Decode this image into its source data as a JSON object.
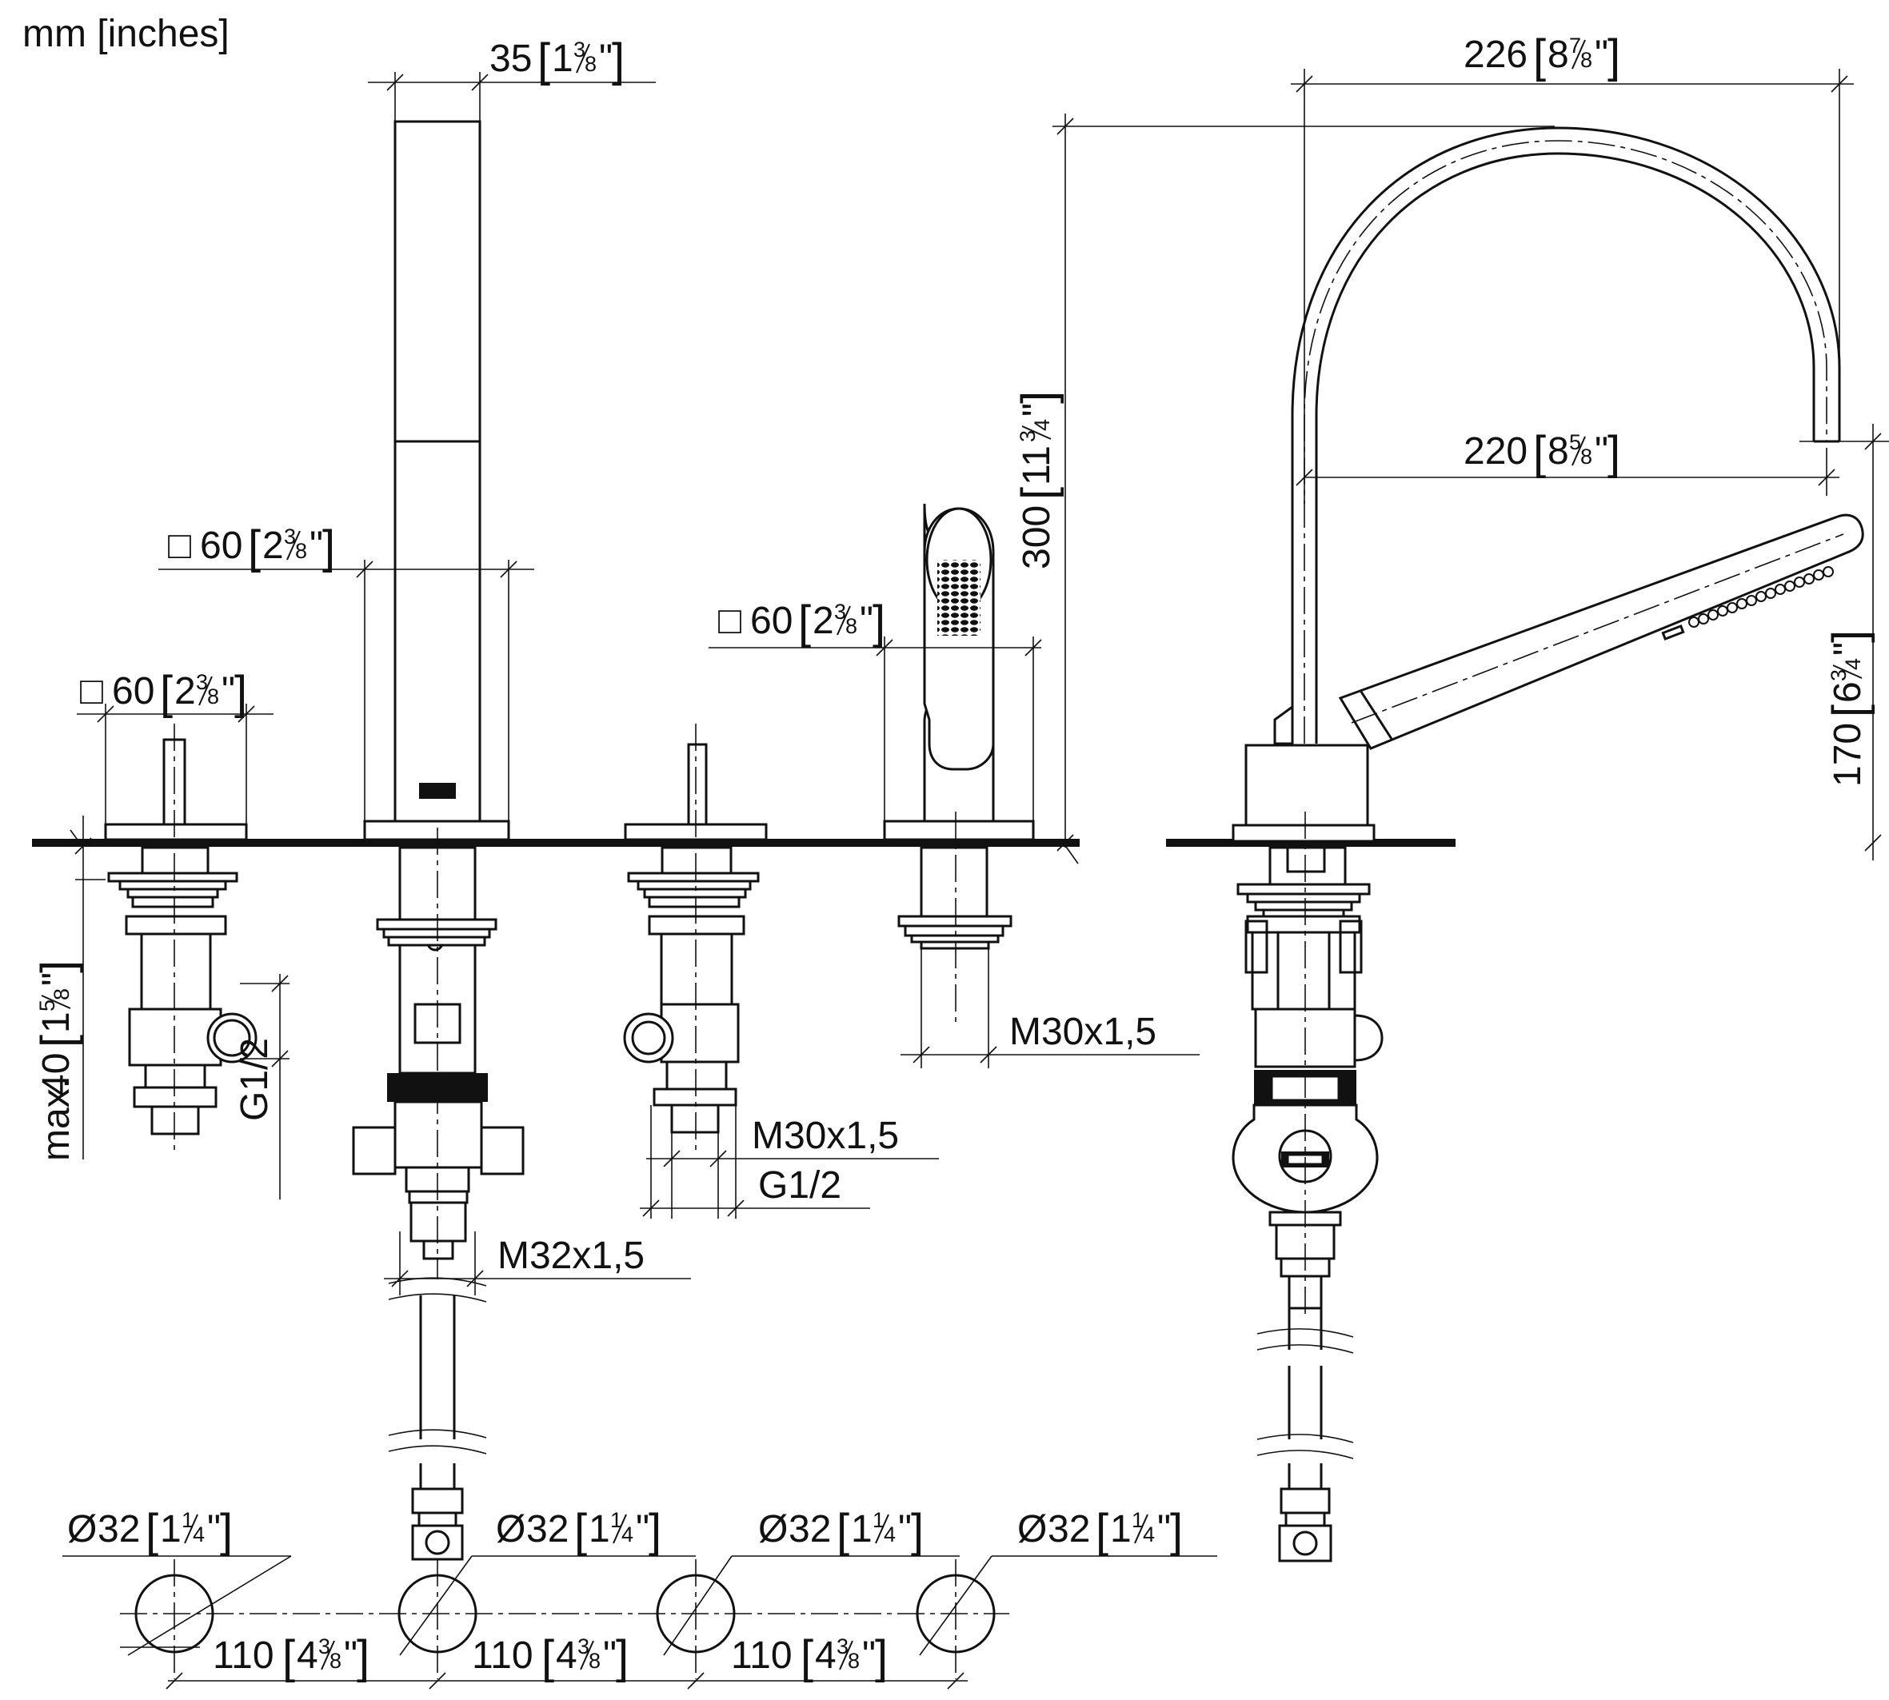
{
  "units_label": "mm [inches]",
  "dimensions": {
    "top_handle_width": {
      "value": "35",
      "whole": "1",
      "num": "3",
      "den": "8",
      "unit": "\""
    },
    "square_base_left": {
      "prefix": "□",
      "value": "60",
      "whole": "2",
      "num": "3",
      "den": "8",
      "unit": "\""
    },
    "square_base_shower": {
      "prefix": "□",
      "value": "60",
      "whole": "2",
      "num": "3",
      "den": "8",
      "unit": "\""
    },
    "square_base_hand": {
      "prefix": "□",
      "value": "60",
      "whole": "2",
      "num": "3",
      "den": "8",
      "unit": "\""
    },
    "height_300": {
      "value": "300",
      "whole": "11",
      "num": "3",
      "den": "4",
      "unit": "\""
    },
    "reach_226": {
      "value": "226",
      "whole": "8",
      "num": "7",
      "den": "8",
      "unit": "\""
    },
    "reach_220": {
      "value": "220",
      "whole": "8",
      "num": "5",
      "den": "8",
      "unit": "\""
    },
    "height_170": {
      "value": "170",
      "whole": "6",
      "num": "3",
      "den": "4",
      "unit": "\""
    },
    "max_40": {
      "prefix": "max.",
      "value": "40",
      "whole": "1",
      "num": "5",
      "den": "8",
      "unit": "\""
    },
    "spacing_1": {
      "value": "110",
      "whole": "4",
      "num": "3",
      "den": "8",
      "unit": "\""
    },
    "spacing_2": {
      "value": "110",
      "whole": "4",
      "num": "3",
      "den": "8",
      "unit": "\""
    },
    "spacing_3": {
      "value": "110",
      "whole": "4",
      "num": "3",
      "den": "8",
      "unit": "\""
    },
    "hole_1": {
      "prefix": "Ø",
      "value": "32",
      "whole": "1",
      "num": "1",
      "den": "4",
      "unit": "\""
    },
    "hole_2": {
      "prefix": "Ø",
      "value": "32",
      "whole": "1",
      "num": "1",
      "den": "4",
      "unit": "\""
    },
    "hole_3": {
      "prefix": "Ø",
      "value": "32",
      "whole": "1",
      "num": "1",
      "den": "4",
      "unit": "\""
    },
    "hole_4": {
      "prefix": "Ø",
      "value": "32",
      "whole": "1",
      "num": "1",
      "den": "4",
      "unit": "\""
    }
  },
  "threads": {
    "g12_left": "G1/2",
    "g12_mid": "G1/2",
    "m30_mid": "M30x1,5",
    "m30_shower": "M30x1,5",
    "m32": "M32x1,5"
  }
}
